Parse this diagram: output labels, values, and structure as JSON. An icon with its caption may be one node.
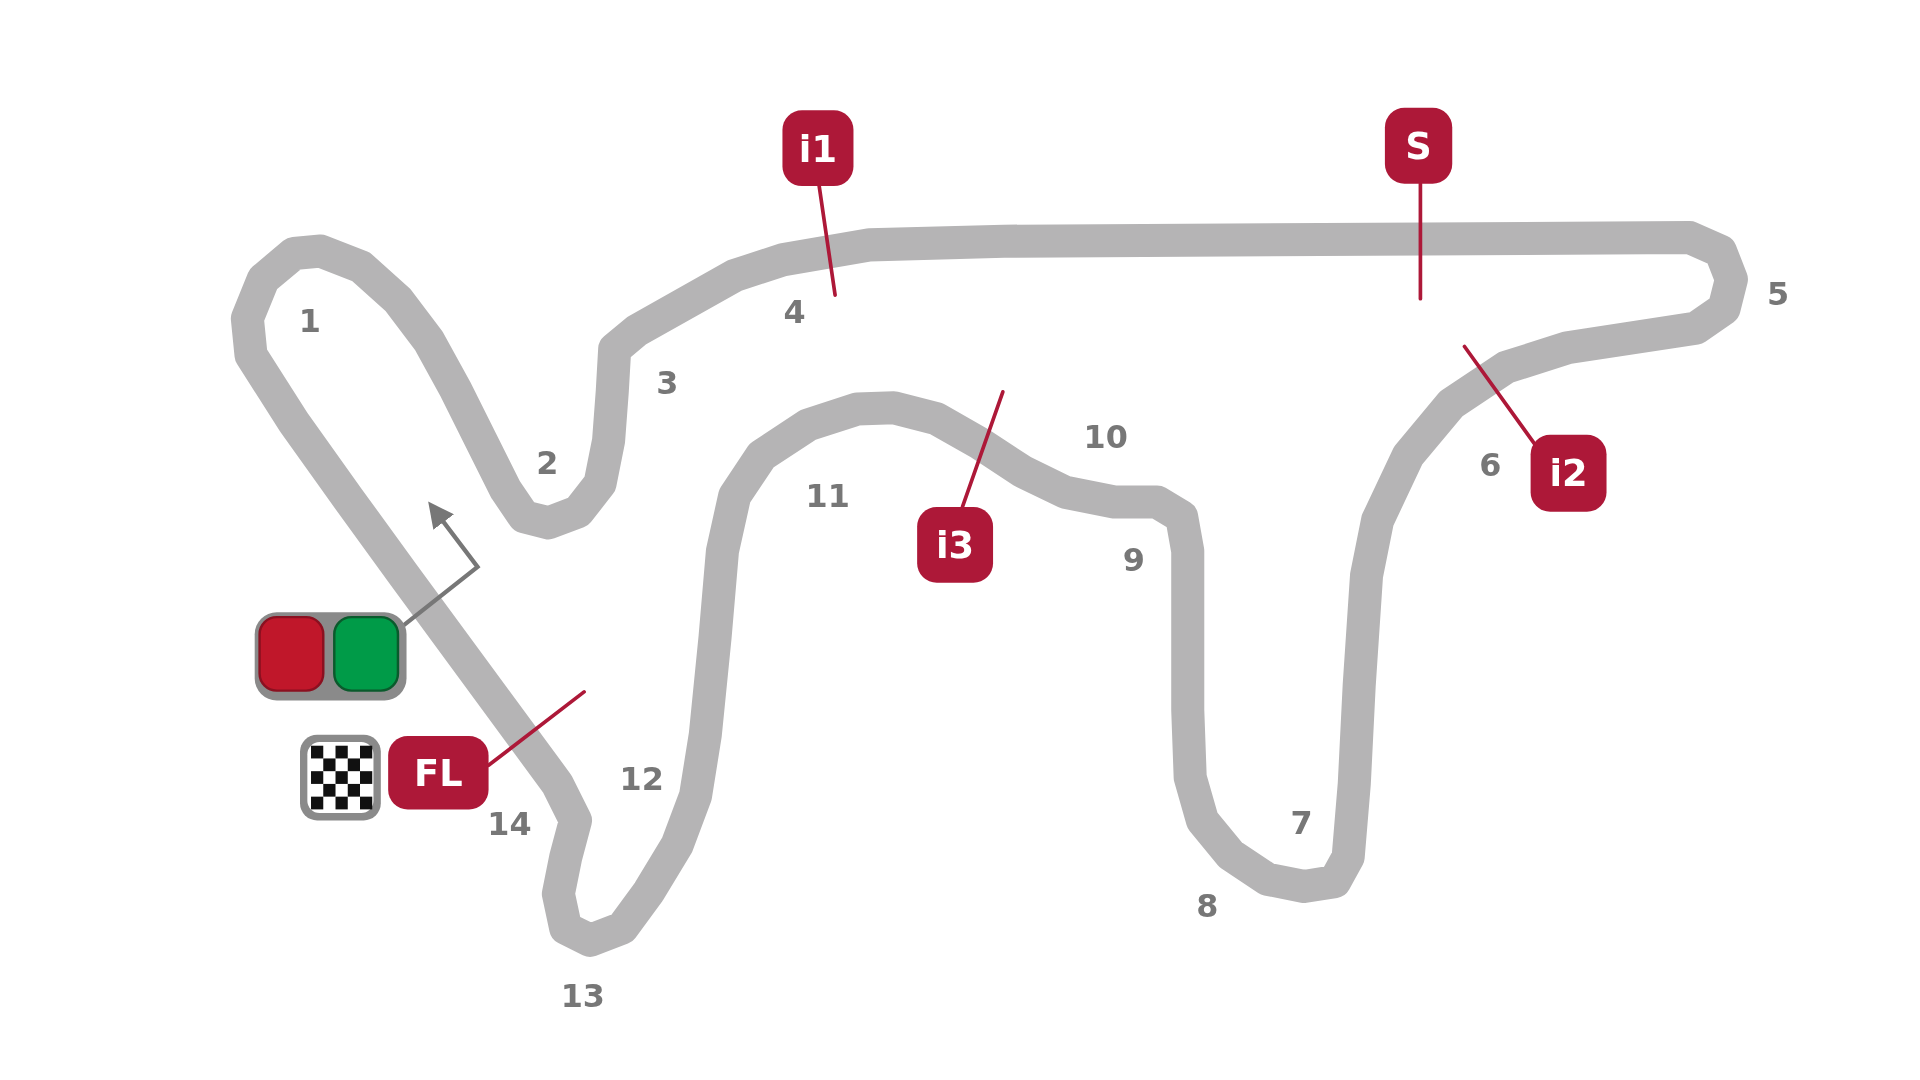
{
  "diagram": {
    "nodes": [
      {
        "text": [
          "i1"
        ]
      },
      {
        "text": [
          "S"
        ]
      },
      {
        "text": [
          "i2"
        ]
      },
      {
        "text": [
          "i3"
        ]
      },
      {
        "text": [
          "FL"
        ]
      }
    ],
    "edges": [
      {
        "from": 0,
        "to": null,
        "arrow": "none"
      },
      {
        "from": 1,
        "to": null,
        "arrow": "none"
      },
      {
        "from": 2,
        "to": null,
        "arrow": "none"
      },
      {
        "from": 3,
        "to": null,
        "arrow": "none"
      },
      {
        "from": 4,
        "to": null,
        "arrow": "none"
      }
    ],
    "labels": [
      "1",
      "5",
      "4",
      "3",
      "10",
      "2",
      "6",
      "11",
      "9",
      "12",
      "14",
      "7",
      "8",
      "13"
    ]
  }
}
